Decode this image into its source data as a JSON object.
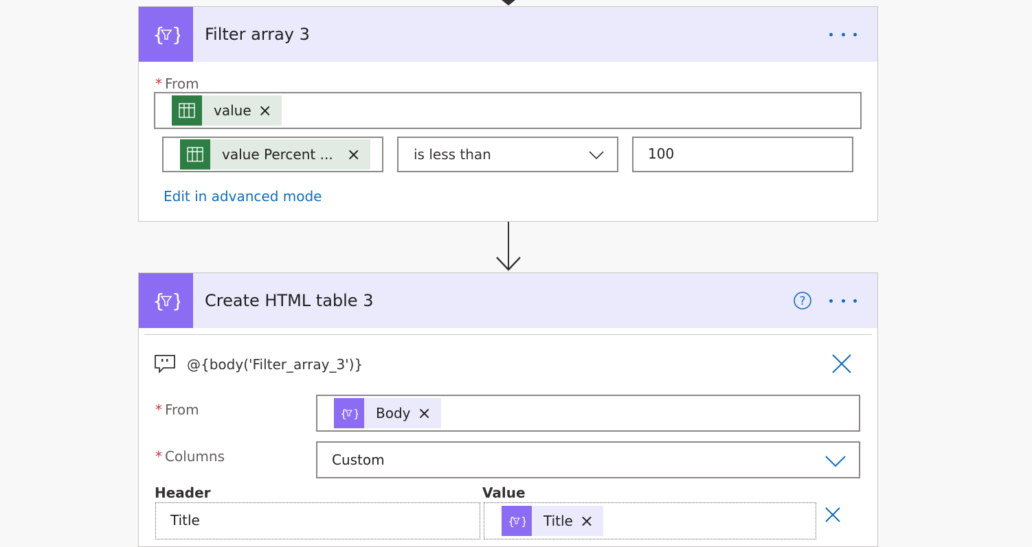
{
  "filter_card": {
    "title": "Filter array 3",
    "from_label": "From",
    "from_token": "value",
    "condition": {
      "left_token": "value Percent ...",
      "operator": "is less than",
      "right_value": "100"
    },
    "advanced_link": "Edit in advanced mode"
  },
  "table_card": {
    "title": "Create HTML table 3",
    "comment": "@{body('Filter_array_3')}",
    "from_label": "From",
    "from_token": "Body",
    "columns_label": "Columns",
    "columns_value": "Custom",
    "header_col_label": "Header",
    "value_col_label": "Value",
    "rows": [
      {
        "header": "Title",
        "value_token": "Title"
      }
    ]
  },
  "colors": {
    "accent_purple": "#8c6cf2",
    "header_bg": "#ebe9fc",
    "excel_green": "#2e7d44",
    "link_blue": "#0f6cbd",
    "required_red": "#d13438"
  },
  "icons": [
    "filter-array-icon",
    "more-options-icon",
    "excel-table-icon",
    "remove-icon",
    "chevron-down-icon",
    "help-icon",
    "comment-icon",
    "close-icon",
    "arrow-down-icon"
  ]
}
